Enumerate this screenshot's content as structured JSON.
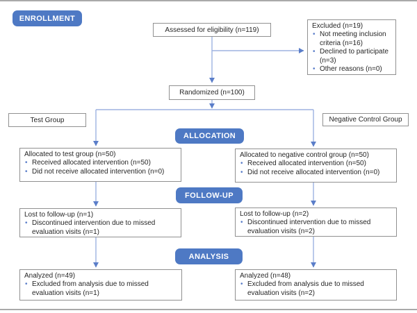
{
  "colors": {
    "badge": "#4e79c4",
    "arrow": "#9db2e0",
    "arrowhead": "#5b7ec9",
    "box-border": "#909090",
    "text": "#262626",
    "bullet": "#5b7ec9",
    "divider": "#a9a9a9"
  },
  "stages": {
    "enrollment": "ENROLLMENT",
    "allocation": "ALLOCATION",
    "followup": "FOLLOW-UP",
    "analysis": "ANALYSIS"
  },
  "boxes": {
    "assessed": {
      "text": "Assessed for eligibility (n=119)"
    },
    "excluded": {
      "title": "Excluded (n=19)",
      "bullets": [
        "Not meeting inclusion criteria (n=16)",
        "Declined to participate (n=3)",
        "Other reasons (n=0)"
      ]
    },
    "randomized": {
      "text": "Randomized (n=100)"
    },
    "test_group_label": {
      "text": "Test Group"
    },
    "control_group_label": {
      "text": "Negative Control Group"
    },
    "allocated_test": {
      "title": "Allocated to test group (n=50)",
      "bullets": [
        "Received allocated intervention (n=50)",
        "Did not receive allocated intervention (n=0)"
      ]
    },
    "allocated_control": {
      "title": "Allocated to negative control group (n=50)",
      "bullets": [
        "Received allocated intervention (n=50)",
        "Did not receive allocated intervention (n=0)"
      ]
    },
    "followup_test": {
      "title": "Lost to follow-up (n=1)",
      "bullets": [
        "Discontinued intervention due to missed evaluation visits (n=1)"
      ]
    },
    "followup_control": {
      "title": "Lost to follow-up (n=2)",
      "bullets": [
        "Discontinued intervention due to missed evaluation visits (n=2)"
      ]
    },
    "analyzed_test": {
      "title": "Analyzed (n=49)",
      "bullets": [
        "Excluded from analysis due to missed evaluation visits (n=1)"
      ]
    },
    "analyzed_control": {
      "title": "Analyzed (n=48)",
      "bullets": [
        "Excluded from analysis due to missed evaluation visits (n=2)"
      ]
    }
  }
}
